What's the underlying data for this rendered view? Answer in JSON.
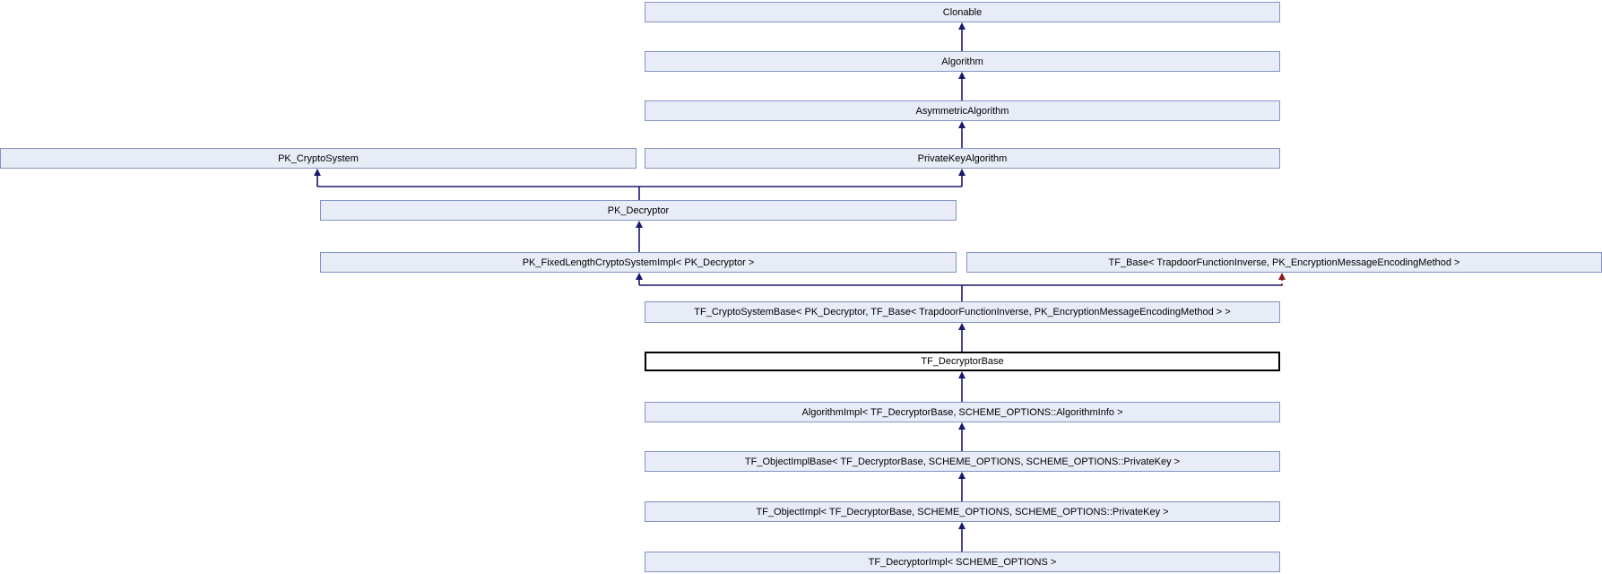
{
  "diagram": {
    "kind": "class-inheritance-diagram",
    "colors": {
      "background": "#ffffff",
      "node_fill": "#e8ecf6",
      "node_border": "#8393c3",
      "current_node_fill": "#ffffff",
      "current_node_border": "#000000",
      "text": "#000000",
      "edge_public_inheritance": "#191970",
      "edge_private_inheritance": "#8b1a1a"
    },
    "nodes": [
      {
        "id": "clonable",
        "label": "Clonable",
        "current": false
      },
      {
        "id": "algorithm",
        "label": "Algorithm",
        "current": false
      },
      {
        "id": "asymmetric-algorithm",
        "label": "AsymmetricAlgorithm",
        "current": false
      },
      {
        "id": "pk-cryptosystem",
        "label": "PK_CryptoSystem",
        "current": false
      },
      {
        "id": "private-key-algorithm",
        "label": "PrivateKeyAlgorithm",
        "current": false
      },
      {
        "id": "pk-decryptor",
        "label": "PK_Decryptor",
        "current": false
      },
      {
        "id": "pk-fixed-length-cryptosystem-impl",
        "label": "PK_FixedLengthCryptoSystemImpl< PK_Decryptor >",
        "current": false
      },
      {
        "id": "tf-base",
        "label": "TF_Base< TrapdoorFunctionInverse, PK_EncryptionMessageEncodingMethod >",
        "current": false
      },
      {
        "id": "tf-cryptosystem-base",
        "label": "TF_CryptoSystemBase< PK_Decryptor, TF_Base< TrapdoorFunctionInverse, PK_EncryptionMessageEncodingMethod > >",
        "current": false
      },
      {
        "id": "tf-decryptor-base",
        "label": "TF_DecryptorBase",
        "current": true
      },
      {
        "id": "algorithm-impl",
        "label": "AlgorithmImpl< TF_DecryptorBase, SCHEME_OPTIONS::AlgorithmInfo >",
        "current": false
      },
      {
        "id": "tf-object-impl-base",
        "label": "TF_ObjectImplBase< TF_DecryptorBase, SCHEME_OPTIONS, SCHEME_OPTIONS::PrivateKey >",
        "current": false
      },
      {
        "id": "tf-object-impl",
        "label": "TF_ObjectImpl< TF_DecryptorBase, SCHEME_OPTIONS, SCHEME_OPTIONS::PrivateKey >",
        "current": false
      },
      {
        "id": "tf-decryptor-impl",
        "label": "TF_DecryptorImpl< SCHEME_OPTIONS >",
        "current": false
      }
    ],
    "edges": [
      {
        "child": "algorithm",
        "parent": "clonable",
        "type": "public"
      },
      {
        "child": "asymmetric-algorithm",
        "parent": "algorithm",
        "type": "public"
      },
      {
        "child": "private-key-algorithm",
        "parent": "asymmetric-algorithm",
        "type": "public"
      },
      {
        "child": "pk-decryptor",
        "parent": "pk-cryptosystem",
        "type": "public"
      },
      {
        "child": "pk-decryptor",
        "parent": "private-key-algorithm",
        "type": "public"
      },
      {
        "child": "pk-fixed-length-cryptosystem-impl",
        "parent": "pk-decryptor",
        "type": "public"
      },
      {
        "child": "tf-cryptosystem-base",
        "parent": "pk-fixed-length-cryptosystem-impl",
        "type": "public"
      },
      {
        "child": "tf-cryptosystem-base",
        "parent": "tf-base",
        "type": "private"
      },
      {
        "child": "tf-decryptor-base",
        "parent": "tf-cryptosystem-base",
        "type": "public"
      },
      {
        "child": "algorithm-impl",
        "parent": "tf-decryptor-base",
        "type": "public"
      },
      {
        "child": "tf-object-impl-base",
        "parent": "algorithm-impl",
        "type": "public"
      },
      {
        "child": "tf-object-impl",
        "parent": "tf-object-impl-base",
        "type": "public"
      },
      {
        "child": "tf-decryptor-impl",
        "parent": "tf-object-impl",
        "type": "public"
      }
    ]
  }
}
